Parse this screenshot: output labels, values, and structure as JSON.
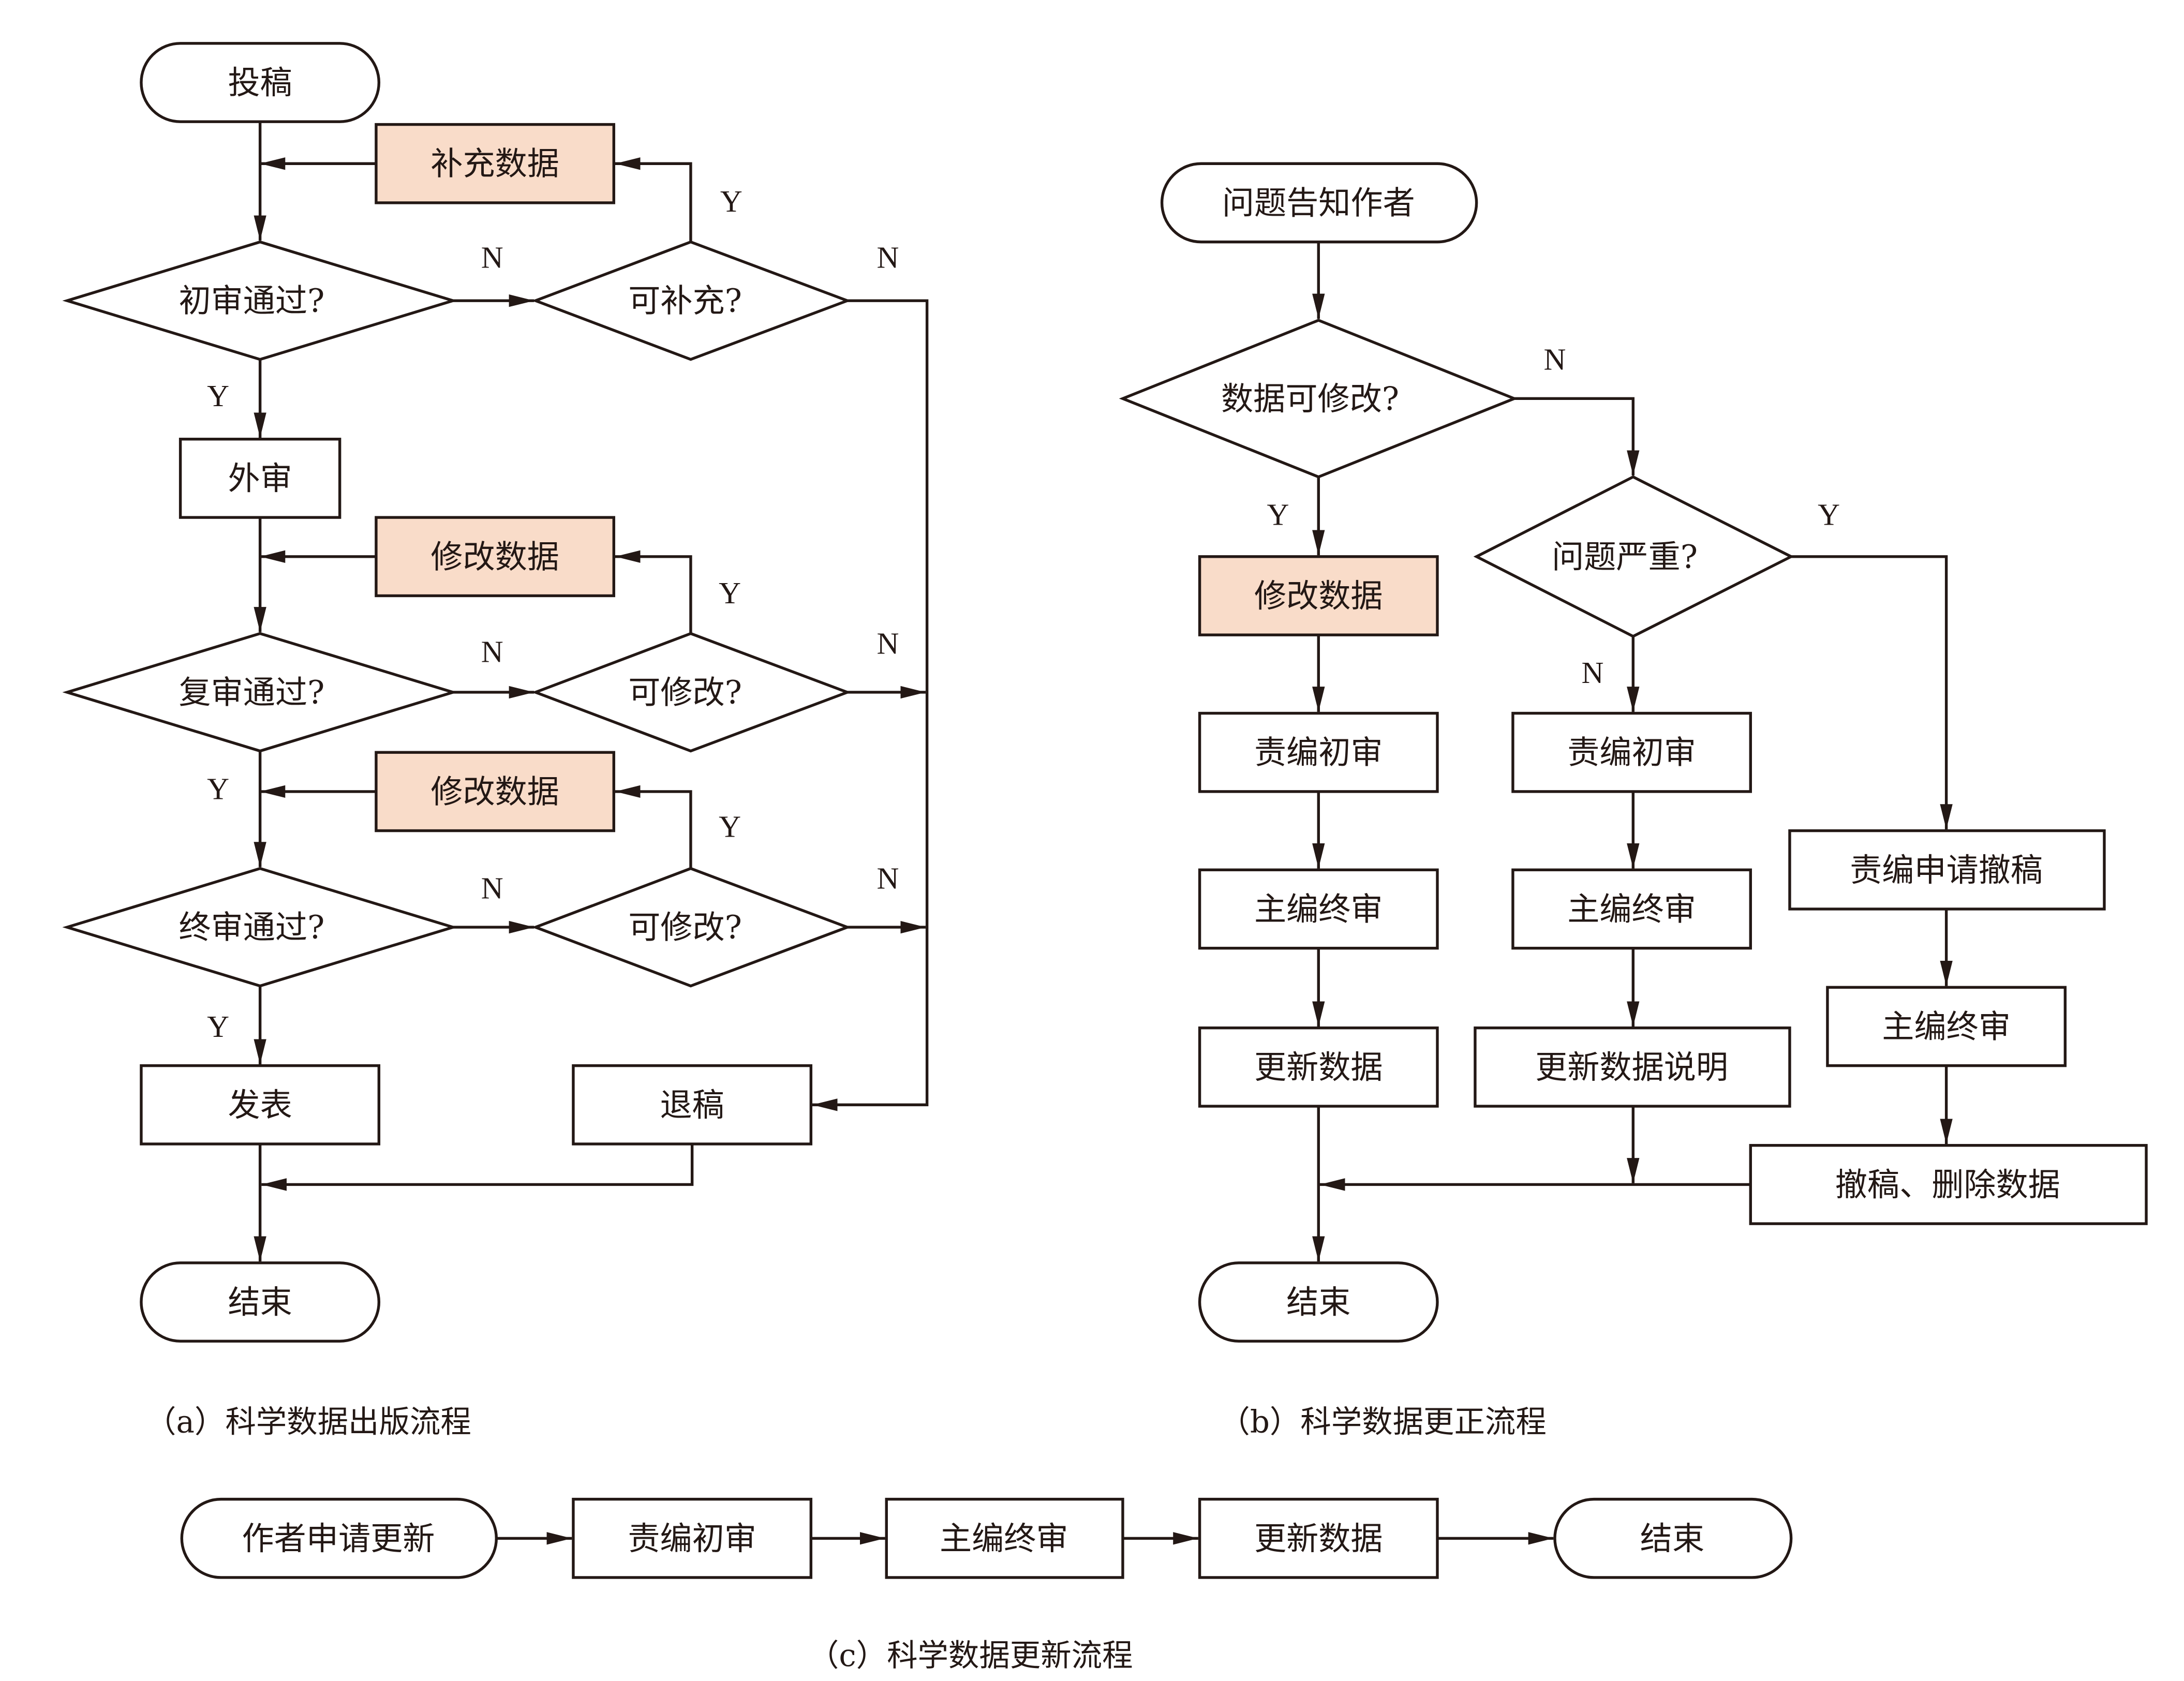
{
  "colors": {
    "stroke": "#231815",
    "highlight_fill": "#f9dcc9",
    "background": "#ffffff"
  },
  "diagram_a": {
    "caption": "（a）科学数据出版流程",
    "nodes": {
      "submit": "投稿",
      "supplement_data": "补充数据",
      "initial_review_passed": "初审通过?",
      "can_supplement": "可补充?",
      "external_review": "外审",
      "modify_data_1": "修改数据",
      "re_review_passed": "复审通过?",
      "can_modify_1": "可修改?",
      "modify_data_2": "修改数据",
      "final_review_passed": "终审通过?",
      "can_modify_2": "可修改?",
      "publish": "发表",
      "reject": "退稿",
      "end": "结束"
    },
    "edge_labels": {
      "initial_n": "N",
      "initial_y": "Y",
      "supplement_y": "Y",
      "supplement_n": "N",
      "re_n": "N",
      "re_y": "Y",
      "modify1_y": "Y",
      "modify1_n": "N",
      "final_n": "N",
      "final_y": "Y",
      "modify2_y": "Y",
      "modify2_n": "N"
    }
  },
  "diagram_b": {
    "caption": "（b）科学数据更正流程",
    "nodes": {
      "notify_author": "问题告知作者",
      "data_modifiable": "数据可修改?",
      "issue_serious": "问题严重?",
      "modify_data": "修改数据",
      "editor_review_1": "责编初审",
      "chief_review_1": "主编终审",
      "update_data": "更新数据",
      "editor_review_2": "责编初审",
      "chief_review_2": "主编终审",
      "update_data_note": "更新数据说明",
      "editor_request_retract": "责编申请撤稿",
      "chief_review_3": "主编终审",
      "retract_delete": "撤稿、删除数据",
      "end": "结束"
    },
    "edge_labels": {
      "modifiable_n": "N",
      "modifiable_y": "Y",
      "serious_y": "Y",
      "serious_n": "N"
    }
  },
  "diagram_c": {
    "caption": "（c）科学数据更新流程",
    "nodes": [
      "作者申请更新",
      "责编初审",
      "主编终审",
      "更新数据",
      "结束"
    ]
  }
}
